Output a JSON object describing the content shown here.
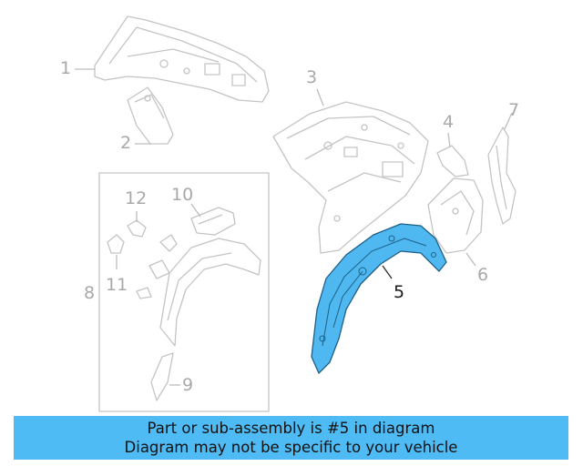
{
  "diagram": {
    "callouts": [
      {
        "id": "1",
        "label": "1"
      },
      {
        "id": "2",
        "label": "2"
      },
      {
        "id": "3",
        "label": "3"
      },
      {
        "id": "4",
        "label": "4"
      },
      {
        "id": "5",
        "label": "5"
      },
      {
        "id": "6",
        "label": "6"
      },
      {
        "id": "7",
        "label": "7"
      },
      {
        "id": "8",
        "label": "8"
      },
      {
        "id": "9",
        "label": "9"
      },
      {
        "id": "10",
        "label": "10"
      },
      {
        "id": "11",
        "label": "11"
      },
      {
        "id": "12",
        "label": "12"
      }
    ],
    "highlight_part": "5",
    "highlight_color": "#4fb8f0"
  },
  "banner": {
    "line1": "Part or sub-assembly is #5 in diagram",
    "line2": "Diagram may not be specific to your vehicle",
    "background": "#4fbbf5"
  }
}
